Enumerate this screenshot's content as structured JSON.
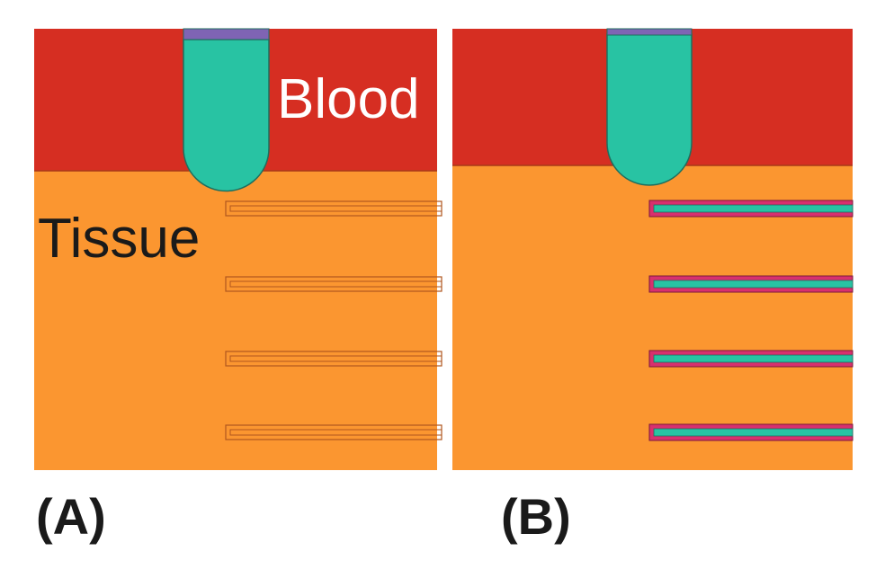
{
  "labels": {
    "blood": "Blood",
    "tissue": "Tissue"
  },
  "panels": [
    {
      "id": "A",
      "label": "(A)",
      "channel_state": "empty"
    },
    {
      "id": "B",
      "label": "(B)",
      "channel_state": "filled"
    }
  ],
  "colors": {
    "blood": "#d62e22",
    "tissue": "#fb9630",
    "vessel_fill": "#28c3a3",
    "vessel_cap": "#7f64b4",
    "channel_outline_empty": "#b0561e",
    "channel_border_filled": "#d8306e",
    "channel_fill_filled": "#28c3a3",
    "text_light": "#ffffff",
    "text_dark": "#1a1a1a"
  }
}
